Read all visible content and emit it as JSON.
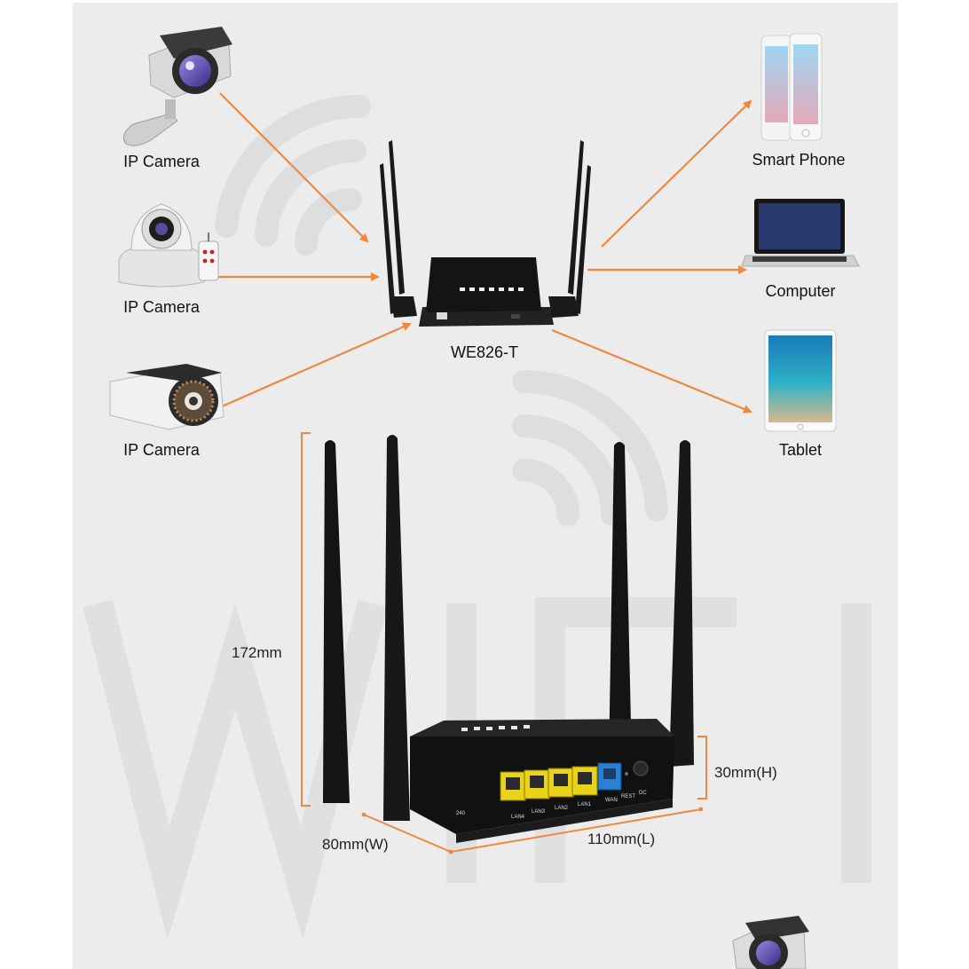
{
  "watermark": {
    "text": "WIFI"
  },
  "devices_left": [
    {
      "label": "IP Camera",
      "icon": "bullet-camera-icon"
    },
    {
      "label": "IP Camera",
      "icon": "dome-camera-icon"
    },
    {
      "label": "IP Camera",
      "icon": "ir-bullet-camera-icon"
    }
  ],
  "router": {
    "model": "WE826-T",
    "icon": "router-icon"
  },
  "devices_right": [
    {
      "label": "Smart Phone",
      "icon": "smartphone-icon"
    },
    {
      "label": "Computer",
      "icon": "laptop-icon"
    },
    {
      "label": "Tablet",
      "icon": "tablet-icon"
    }
  ],
  "dimensions": {
    "height": "172mm",
    "depth": "30mm(H)",
    "width": "80mm(W)",
    "length": "110mm(L)"
  },
  "port_labels": [
    "LAN4",
    "LAN3",
    "LAN2",
    "LAN1",
    "WAN",
    "REST",
    "DC"
  ],
  "antenna_port_label": "240",
  "colors": {
    "arrow": "#f0883e",
    "panel": "#ececec",
    "router_body": "#1b1b1b",
    "lan_port": "#e8d21a",
    "wan_port": "#2d7fd0"
  }
}
